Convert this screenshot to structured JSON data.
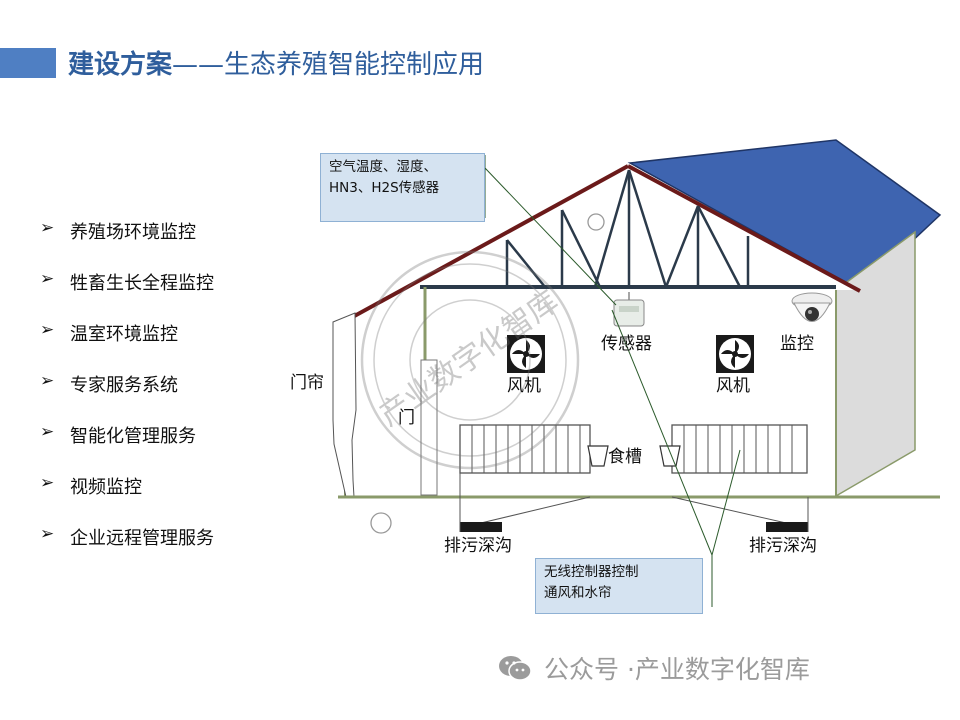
{
  "header": {
    "title_main": "建设方案",
    "title_dash": "——",
    "title_sub": "生态养殖智能控制应用"
  },
  "features": [
    "养殖场环境监控",
    "牲畜生长全程监控",
    "温室环境监控",
    "专家服务系统",
    "智能化管理服务",
    "视频监控",
    "企业远程管理服务"
  ],
  "diagram": {
    "callout_sensor_line1": "空气温度、湿度、",
    "callout_sensor_line2": "HN3、H2S传感器",
    "callout_wireless_line1": "无线控制器控制",
    "callout_wireless_line2": "通风和水帘",
    "label_sensor": "传感器",
    "label_camera": "监控",
    "label_fan_left": "风机",
    "label_fan_right": "风机",
    "label_curtain": "门帘",
    "label_door": "门",
    "label_trough": "食槽",
    "label_drain_left": "排污深沟",
    "label_drain_right": "排污深沟",
    "stamp_text": "产业数字化智库",
    "colors": {
      "roof": "#3e64b0",
      "wall_line": "#8a9a6a",
      "beam": "#2b3a4a",
      "roof_edge": "#6b1a1a"
    }
  },
  "watermark": {
    "separator": "公众号 · ",
    "name": "产业数字化智库"
  }
}
